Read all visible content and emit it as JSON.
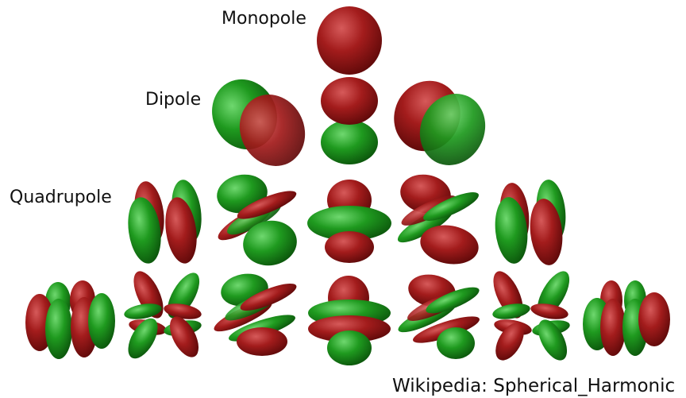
{
  "labels": {
    "monopole": "Monopole",
    "dipole": "Dipole",
    "quadrupole": "Quadrupole",
    "credit": "Wikipedia: Spherical_Harmonic"
  },
  "colors": {
    "positive_lobe": "#9c1414",
    "negative_lobe": "#1a8e1a",
    "background": "#ffffff"
  },
  "rows": [
    {
      "degree": 0,
      "name": "Monopole",
      "count": 1
    },
    {
      "degree": 1,
      "name": "Dipole",
      "count": 3
    },
    {
      "degree": 2,
      "name": "Quadrupole",
      "count": 5
    },
    {
      "degree": 3,
      "name": "",
      "count": 7
    }
  ]
}
